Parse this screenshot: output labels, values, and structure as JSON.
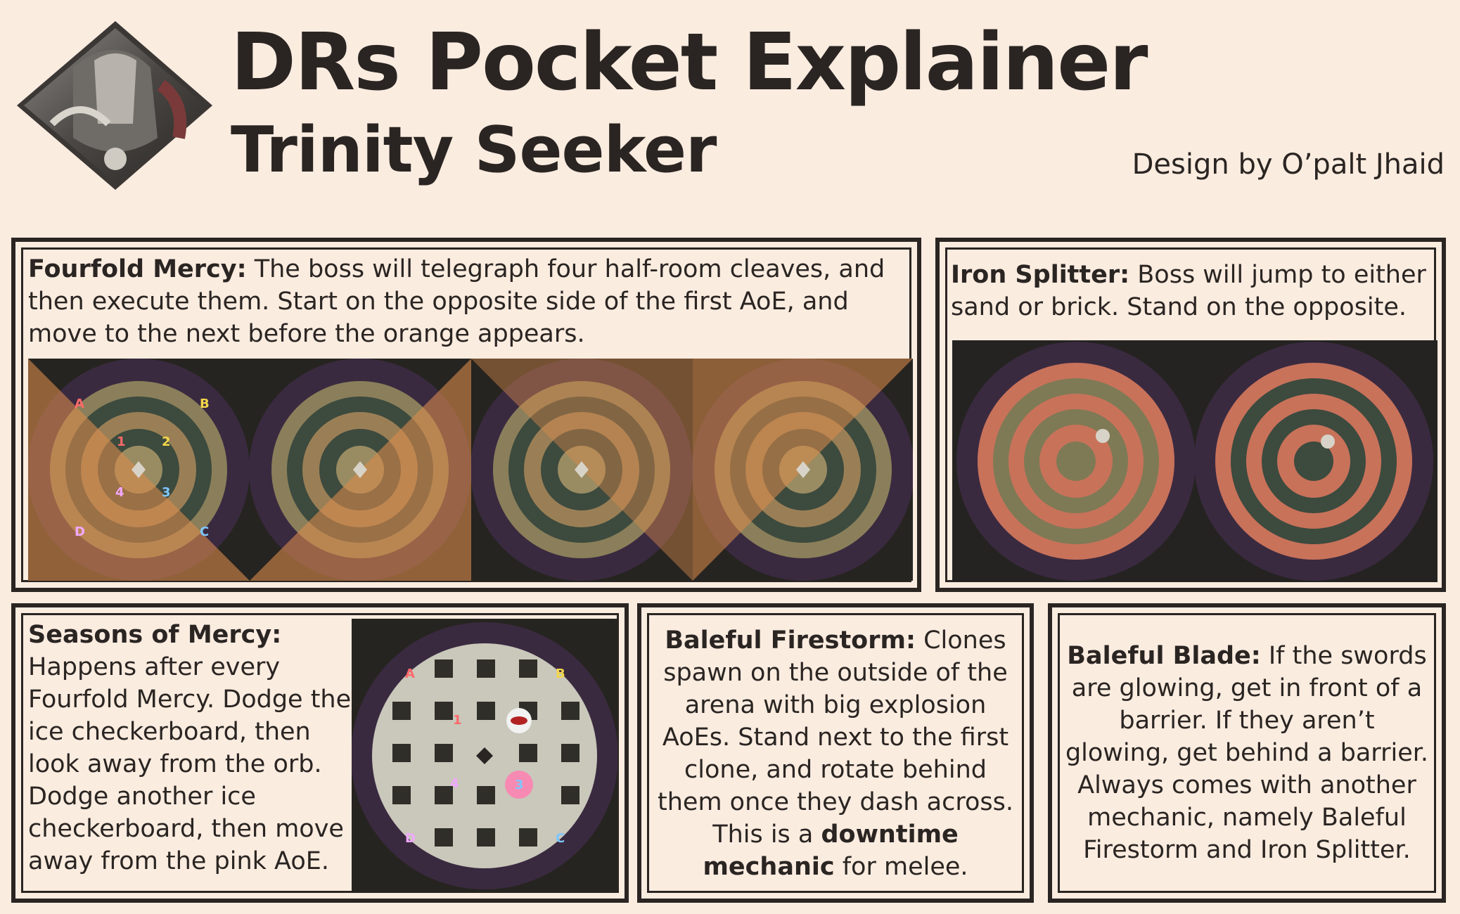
{
  "header": {
    "title": "DRs Pocket Explainer",
    "subtitle": "Trinity Seeker",
    "credit": "Design by O’palt Jhaid"
  },
  "fourfold": {
    "heading": "Fourfold Mercy:",
    "body": " The boss will telegraph four half-room cleaves, and then execute them. Start on the opposite side of the first AoE, and move to the next before the orange appears.",
    "markers": [
      "A",
      "B",
      "C",
      "D",
      "1",
      "2",
      "3",
      "4"
    ]
  },
  "iron": {
    "heading": "Iron Splitter:",
    "body": " Boss will jump to either sand or brick. Stand on the opposite."
  },
  "seasons": {
    "heading": "Seasons of Mercy:",
    "body": " Happens after every Fourfold Mercy. Dodge the ice checkerboard, then look away from the orb. Dodge another ice checkerboard, then move away from the pink AoE."
  },
  "firestorm": {
    "heading": "Baleful Firestorm:",
    "body1": " Clones spawn on the outside of the arena with big explosion AoEs. Stand next to the first clone, and rotate behind them once they dash across. This is a ",
    "emphasis": "downtime mechanic",
    "body2": " for melee."
  },
  "blade": {
    "heading": "Baleful Blade:",
    "body": " If the swords are glowing, get in front of a barrier. If they aren’t glowing, get behind a barrier. Always comes with another mechanic, namely Baleful Firestorm and Iron Splitter."
  },
  "colors": {
    "background": "#fbece0",
    "ink": "#2a2522",
    "aoe_orange": "#d88a4c",
    "marker_a": "#ff6a6a",
    "marker_b": "#f2d64a",
    "marker_c": "#7fc6ff",
    "marker_d": "#f2a8ff",
    "pink_aoe": "#ff7fb0"
  }
}
